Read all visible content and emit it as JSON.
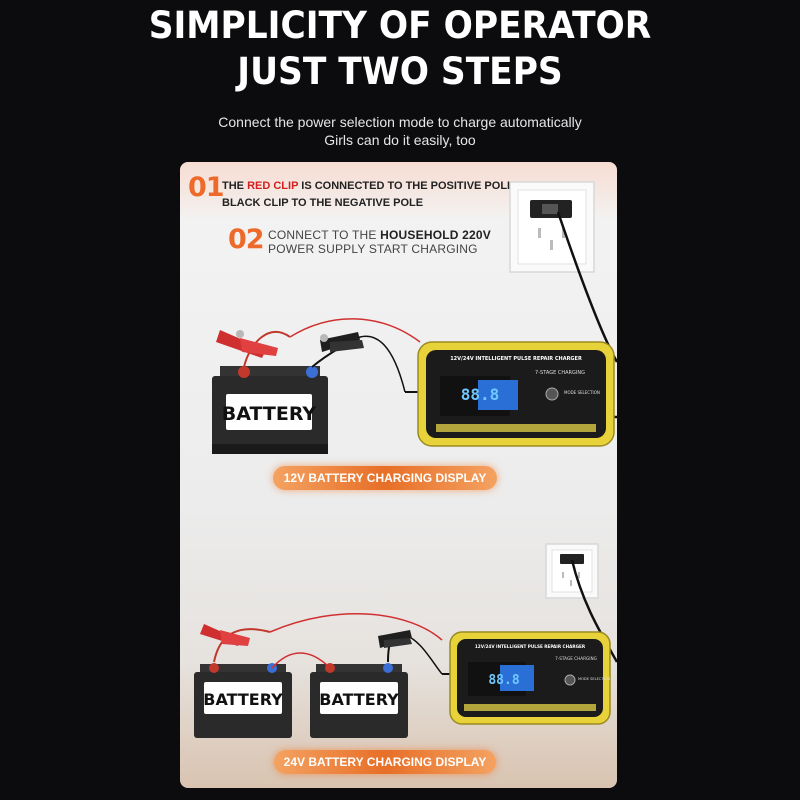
{
  "headline": {
    "line1": "SIMPLICITY OF OPERATOR",
    "line2": "JUST TWO STEPS"
  },
  "subtitle": {
    "line1": "Connect the power selection mode to charge automatically",
    "line2": "Girls can do it easily, too"
  },
  "step1": {
    "number": "01",
    "prefix": "THE",
    "highlight": "RED CLIP",
    "suffix": "IS CONNECTED TO THE POSITIVE POLE",
    "line2": "BLACK CLIP TO THE NEGATIVE POLE"
  },
  "step2": {
    "number": "02",
    "line1_prefix": "CONNECT TO THE",
    "line1_bold": "HOUSEHOLD 220V",
    "line2": "POWER SUPPLY  START CHARGING"
  },
  "battery_label": "BATTERY",
  "charger": {
    "label": "12V/24V INTELLIGENT PULSE REPAIR CHARGER",
    "stage_label": "7-STAGE CHARGING",
    "display_digits": "88.8",
    "mode_label": "MODE SELECTION"
  },
  "badges": {
    "display_12v": "12V BATTERY CHARGING DISPLAY",
    "display_24v": "24V BATTERY CHARGING DISPLAY"
  },
  "colors": {
    "accent_orange": "#ee6a2a",
    "charger_yellow": "#e8d23a",
    "clip_red": "#d32020"
  }
}
